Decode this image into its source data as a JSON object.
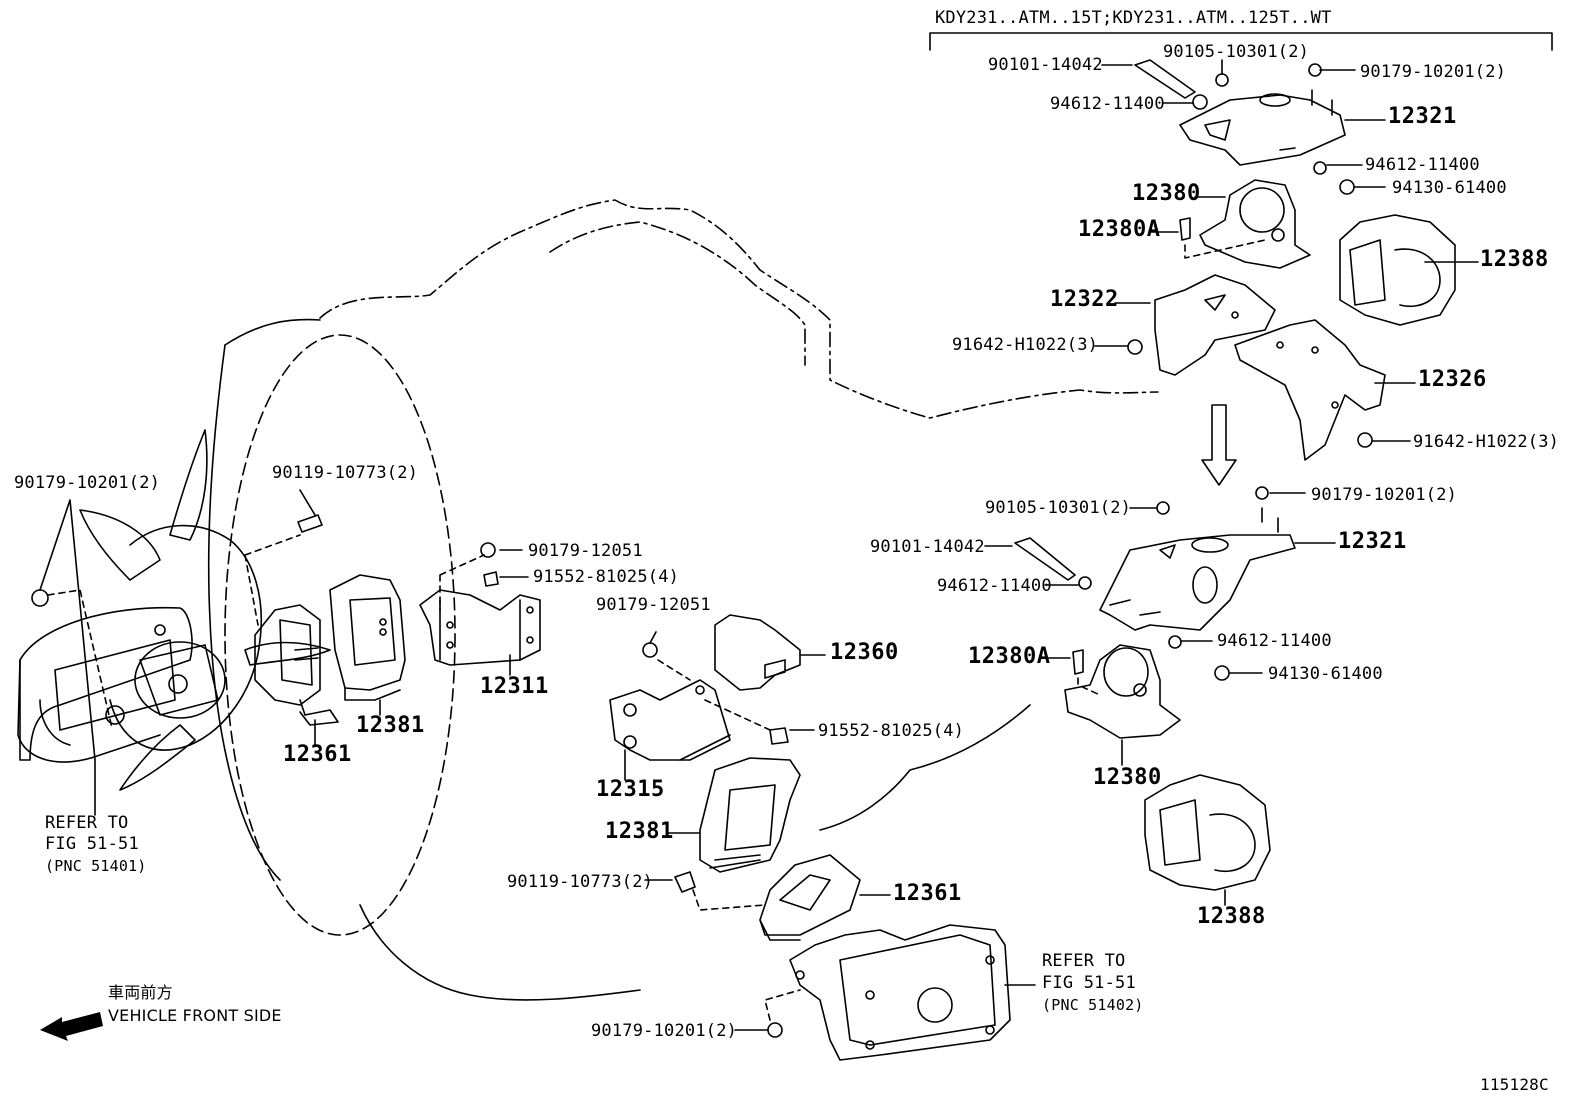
{
  "header": {
    "variant": "KDY231..ATM..15T;KDY231..ATM..125T..WT"
  },
  "parts": {
    "p90101_14042_top": "90101-14042",
    "p90105_10301_top": "90105-10301(2)",
    "p90179_10201_top": "90179-10201(2)",
    "p94612_11400_a": "94612-11400",
    "p12321_top": "12321",
    "p94612_11400_b": "94612-11400",
    "p94130_61400_top": "94130-61400",
    "p12380_top": "12380",
    "p12380A_top": "12380A",
    "p12388_top": "12388",
    "p12322": "12322",
    "p91642_a": "91642-H1022(3)",
    "p12326": "12326",
    "p91642_b": "91642-H1022(3)",
    "p90179_10201_left": "90179-10201(2)",
    "p90119_10773_top": "90119-10773(2)",
    "p90179_12051_a": "90179-12051",
    "p91552_81025_a": "91552-81025(4)",
    "p12311": "12311",
    "p12381_a": "12381",
    "p12361_a": "12361",
    "p90179_12051_b": "90179-12051",
    "p12360": "12360",
    "p91552_81025_b": "91552-81025(4)",
    "p12315": "12315",
    "p12381_b": "12381",
    "p90119_10773_bottom": "90119-10773(2)",
    "p12361_b": "12361",
    "p90179_10201_bottom": "90179-10201(2)",
    "p90105_10301_mid": "90105-10301(2)",
    "p90179_10201_mid": "90179-10201(2)",
    "p90101_14042_mid": "90101-14042",
    "p12321_mid": "12321",
    "p94612_11400_c": "94612-11400",
    "p94612_11400_d": "94612-11400",
    "p94130_61400_mid": "94130-61400",
    "p12380A_mid": "12380A",
    "p12380_mid": "12380",
    "p12388_mid": "12388"
  },
  "notes": {
    "refer_left": [
      "REFER TO",
      "FIG 51-51",
      "(PNC 51401)"
    ],
    "refer_right": [
      "REFER TO",
      "FIG 51-51",
      "(PNC 51402)"
    ],
    "front_jp": "車両前方",
    "front_en": "VEHICLE FRONT SIDE",
    "figure_id": "115128C"
  }
}
